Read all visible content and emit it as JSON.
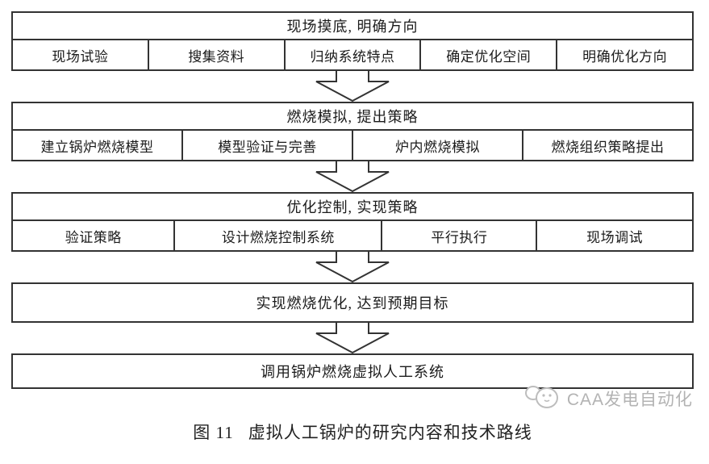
{
  "diagram": {
    "connector_icon": "down-block-arrow-icon",
    "stages": [
      {
        "header": "现场摸底, 明确方向",
        "cells": [
          "现场试验",
          "搜集资料",
          "归纳系统特点",
          "确定优化空间",
          "明确优化方向"
        ]
      },
      {
        "header": "燃烧模拟, 提出策略",
        "cells": [
          "建立锅炉燃烧模型",
          "模型验证与完善",
          "炉内燃烧模拟",
          "燃烧组织策略提出"
        ]
      },
      {
        "header": "优化控制, 实现策略",
        "cells": [
          "验证策略",
          "设计燃烧控制系统",
          "平行执行",
          "现场调试"
        ]
      },
      {
        "header": "实现燃烧优化, 达到预期目标",
        "cells": []
      },
      {
        "header": "调用锅炉燃烧虚拟人工系统",
        "cells": []
      }
    ]
  },
  "caption": {
    "label": "图 11",
    "title": "虚拟人工锅炉的研究内容和技术路线"
  },
  "watermark": {
    "text": "CAA发电自动化",
    "logo_icon": "caa-mascot-icon"
  },
  "colors": {
    "background": "#ffffff",
    "border": "#333333",
    "text": "#1b1b1b",
    "watermark": "#b3b3b3"
  }
}
